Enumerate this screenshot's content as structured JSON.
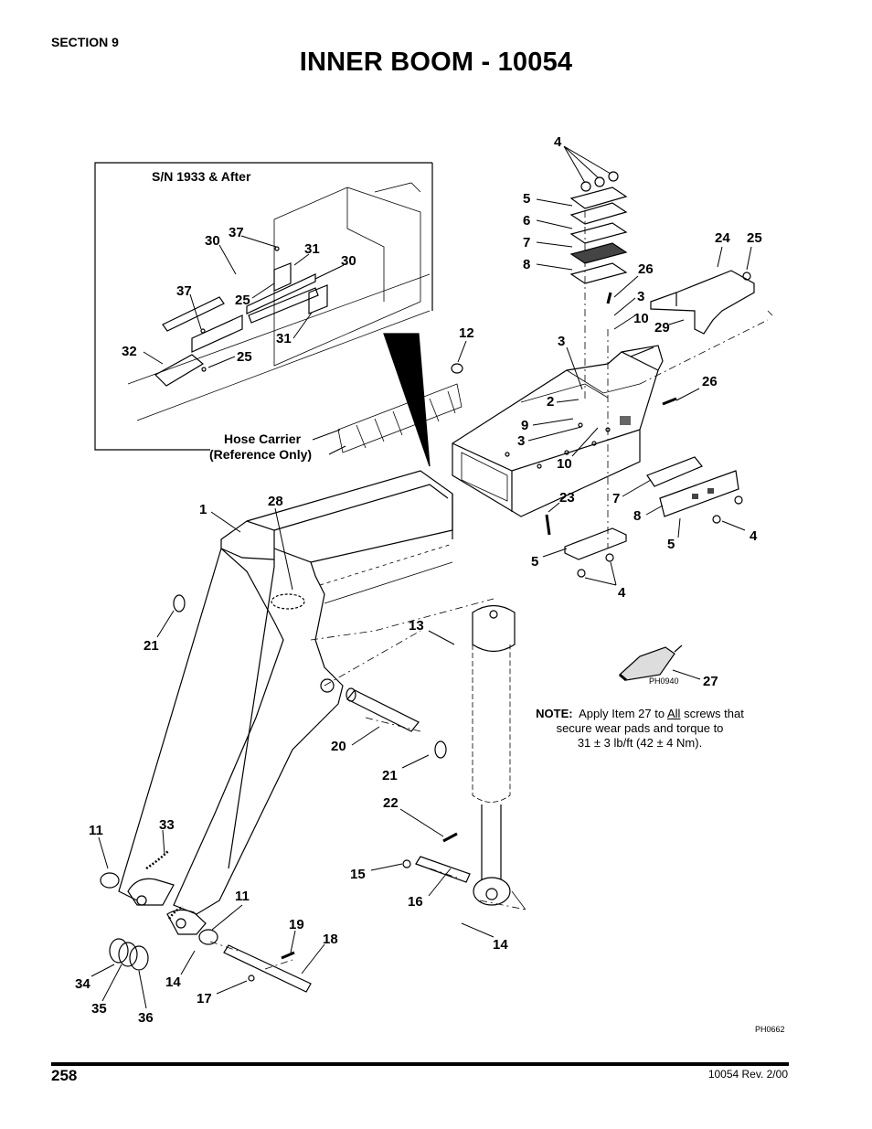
{
  "header": {
    "section": "SECTION 9",
    "title": "INNER BOOM - 10054"
  },
  "inset": {
    "caption": "S/N 1933 & After",
    "hose_carrier_line1": "Hose Carrier",
    "hose_carrier_line2": "(Reference Only)"
  },
  "callouts": [
    {
      "id": "c4a",
      "text": "4"
    },
    {
      "id": "c5a",
      "text": "5"
    },
    {
      "id": "c6",
      "text": "6"
    },
    {
      "id": "c7a",
      "text": "7"
    },
    {
      "id": "c8a",
      "text": "8"
    },
    {
      "id": "c24",
      "text": "24"
    },
    {
      "id": "c25a",
      "text": "25"
    },
    {
      "id": "c26a",
      "text": "26"
    },
    {
      "id": "c3a",
      "text": "3"
    },
    {
      "id": "c10a",
      "text": "10"
    },
    {
      "id": "c29",
      "text": "29"
    },
    {
      "id": "c12",
      "text": "12"
    },
    {
      "id": "c3b",
      "text": "3"
    },
    {
      "id": "c26b",
      "text": "26"
    },
    {
      "id": "c2",
      "text": "2"
    },
    {
      "id": "c9",
      "text": "9"
    },
    {
      "id": "c3c",
      "text": "3"
    },
    {
      "id": "c10b",
      "text": "10"
    },
    {
      "id": "c23",
      "text": "23"
    },
    {
      "id": "c7b",
      "text": "7"
    },
    {
      "id": "c8b",
      "text": "8"
    },
    {
      "id": "c5b",
      "text": "5"
    },
    {
      "id": "c4b",
      "text": "4"
    },
    {
      "id": "c5c",
      "text": "5"
    },
    {
      "id": "c4c",
      "text": "4"
    },
    {
      "id": "c1",
      "text": "1"
    },
    {
      "id": "c28",
      "text": "28"
    },
    {
      "id": "c21a",
      "text": "21"
    },
    {
      "id": "c13",
      "text": "13"
    },
    {
      "id": "c27",
      "text": "27"
    },
    {
      "id": "c20",
      "text": "20"
    },
    {
      "id": "c21b",
      "text": "21"
    },
    {
      "id": "c22",
      "text": "22"
    },
    {
      "id": "c11a",
      "text": "11"
    },
    {
      "id": "c33",
      "text": "33"
    },
    {
      "id": "c15",
      "text": "15"
    },
    {
      "id": "c16",
      "text": "16"
    },
    {
      "id": "c11b",
      "text": "11"
    },
    {
      "id": "c19",
      "text": "19"
    },
    {
      "id": "c18",
      "text": "18"
    },
    {
      "id": "c14a",
      "text": "14"
    },
    {
      "id": "c34",
      "text": "34"
    },
    {
      "id": "c14b",
      "text": "14"
    },
    {
      "id": "c35",
      "text": "35"
    },
    {
      "id": "c17",
      "text": "17"
    },
    {
      "id": "c36",
      "text": "36"
    },
    {
      "id": "i30a",
      "text": "30"
    },
    {
      "id": "i37a",
      "text": "37"
    },
    {
      "id": "i31a",
      "text": "31"
    },
    {
      "id": "i30b",
      "text": "30"
    },
    {
      "id": "i37b",
      "text": "37"
    },
    {
      "id": "i25a",
      "text": "25"
    },
    {
      "id": "i31b",
      "text": "31"
    },
    {
      "id": "i32",
      "text": "32"
    },
    {
      "id": "i25b",
      "text": "25"
    }
  ],
  "photo_ref_small": "PH0940",
  "note": {
    "prefix": "NOTE:",
    "part1": "Apply Item 27 to",
    "underlined": "All",
    "part2": "screws that secure wear pads and torque to",
    "line3": "31 ± 3 lb/ft (42 ± 4 Nm)."
  },
  "photo_ref_main": "PH0662",
  "footer": {
    "page_number": "258",
    "revision": "10054 Rev. 2/00"
  }
}
